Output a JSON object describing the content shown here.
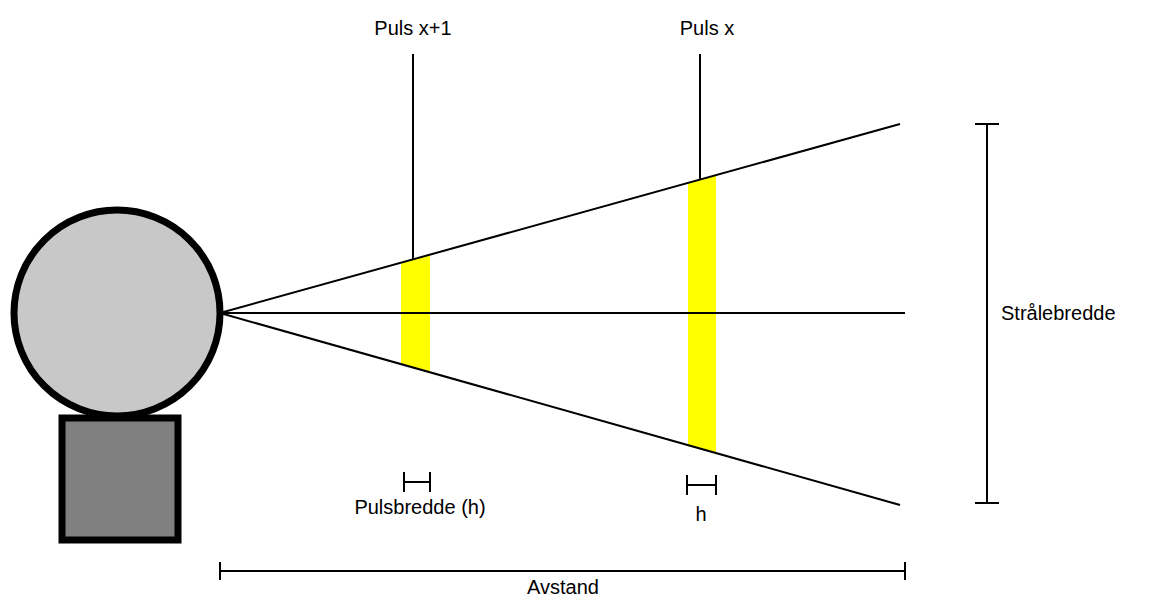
{
  "diagram": {
    "labels": [
      "Puls x+1",
      "Puls x",
      "Strålebredde",
      "Pulsbredde (h)",
      "h",
      "Avstand"
    ]
  }
}
